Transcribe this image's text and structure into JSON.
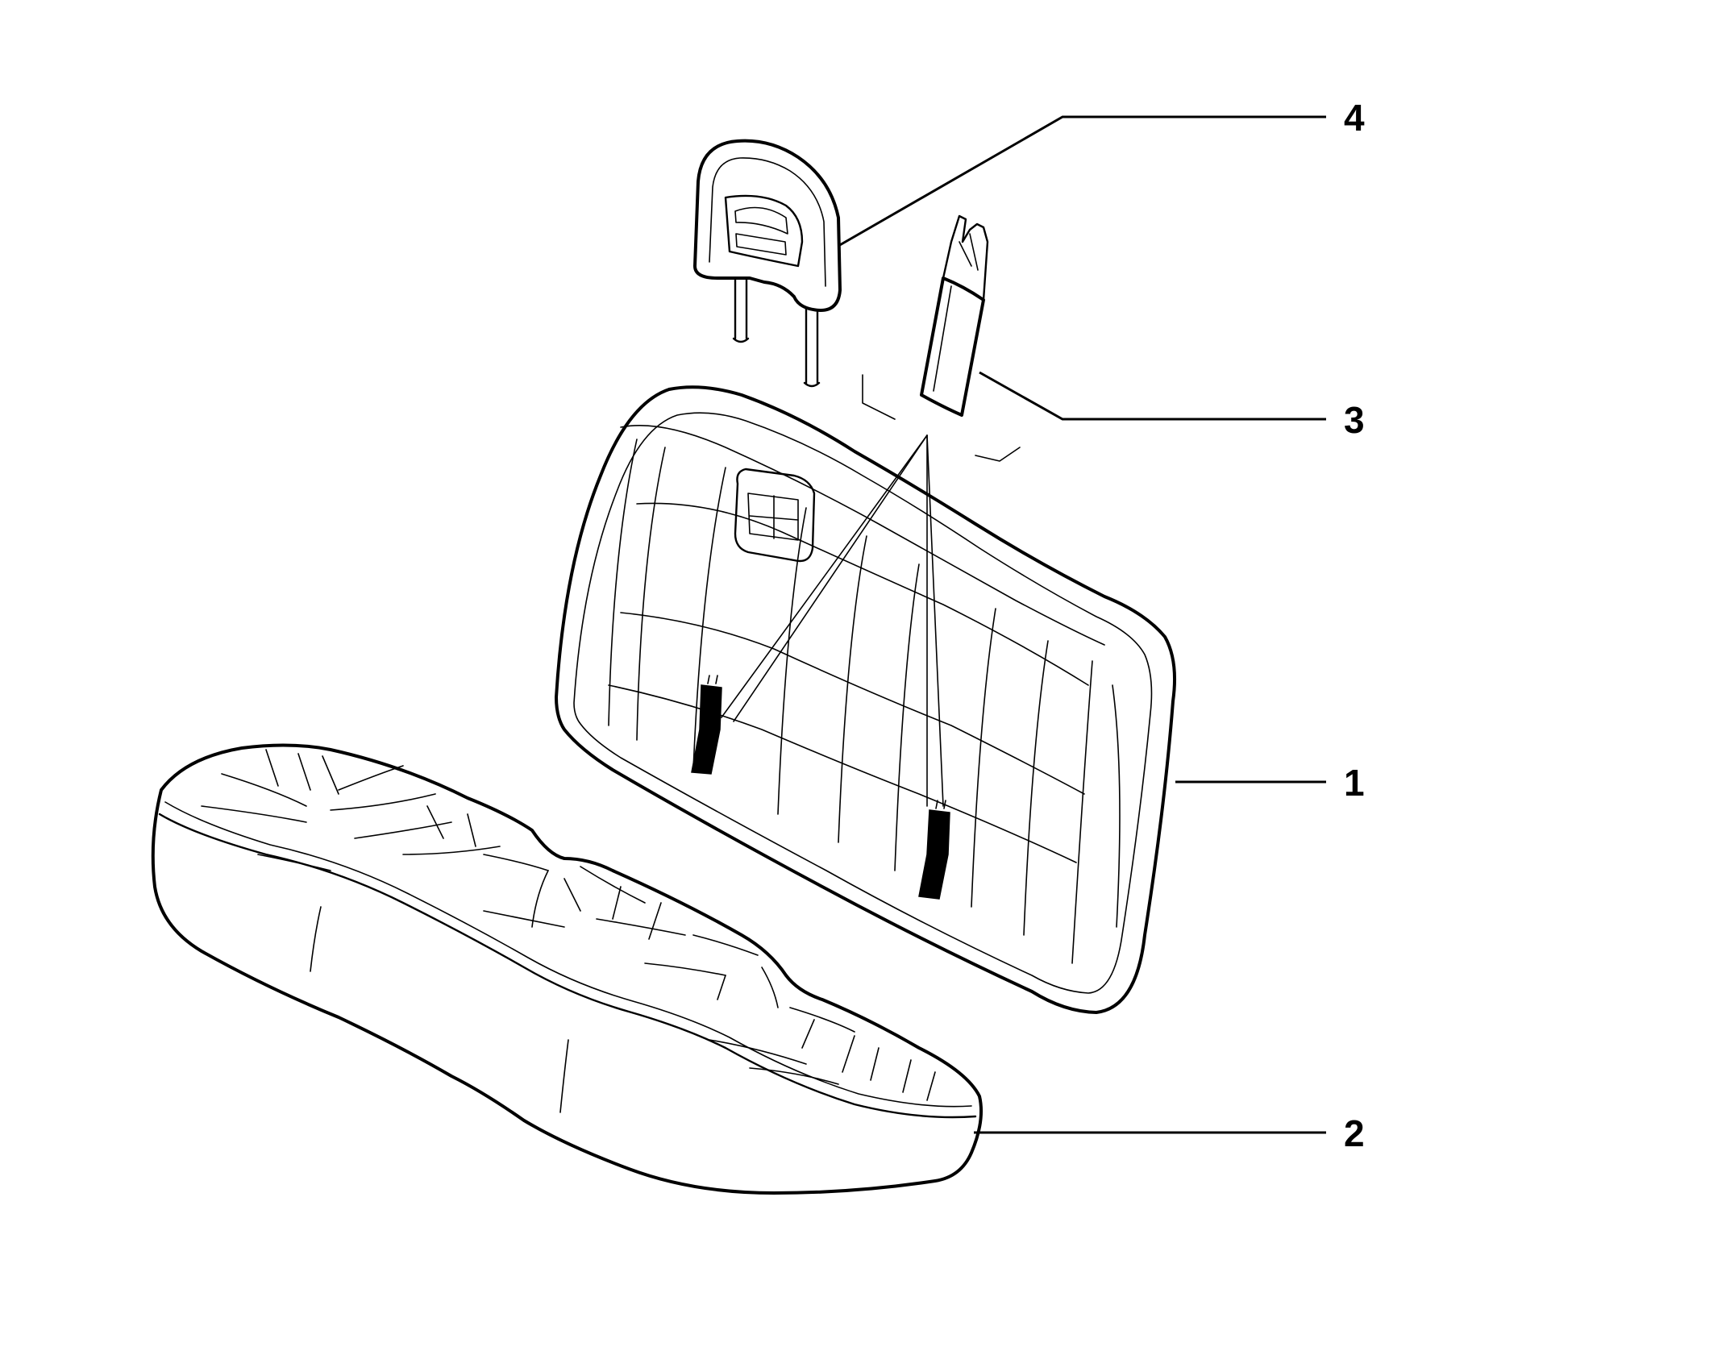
{
  "diagram": {
    "callouts": [
      {
        "id": "1",
        "label": "1",
        "part": "seat-backrest"
      },
      {
        "id": "2",
        "label": "2",
        "part": "seat-cushion"
      },
      {
        "id": "3",
        "label": "3",
        "part": "seat-belt-buckle"
      },
      {
        "id": "4",
        "label": "4",
        "part": "headrest"
      }
    ],
    "colors": {
      "line": "#000000",
      "background": "#ffffff"
    }
  }
}
